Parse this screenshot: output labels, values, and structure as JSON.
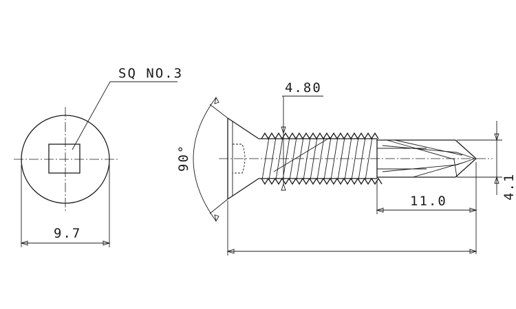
{
  "labels": {
    "drive": "SQ NO.3",
    "head_diameter": "9.7",
    "thread_diameter": "4.80",
    "head_angle": "90°",
    "drill_length": "11.0",
    "drill_diameter": "4.1"
  }
}
